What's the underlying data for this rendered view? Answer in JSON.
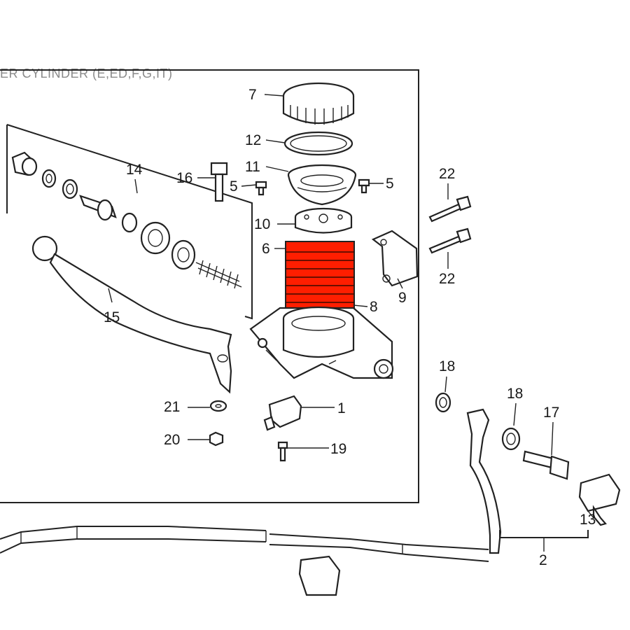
{
  "title": "ER CYLINDER (E,ED,F,G,IT)",
  "highlight_color": "#ff1e00",
  "labels": {
    "p1": "1",
    "p2": "2",
    "p5a": "5",
    "p5b": "5",
    "p6": "6",
    "p7": "7",
    "p8": "8",
    "p9": "9",
    "p10": "10",
    "p11": "11",
    "p12": "12",
    "p13": "13",
    "p14": "14",
    "p15": "15",
    "p16": "16",
    "p17": "17",
    "p18a": "18",
    "p18b": "18",
    "p19": "19",
    "p20": "20",
    "p21": "21",
    "p22a": "22",
    "p22b": "22"
  }
}
